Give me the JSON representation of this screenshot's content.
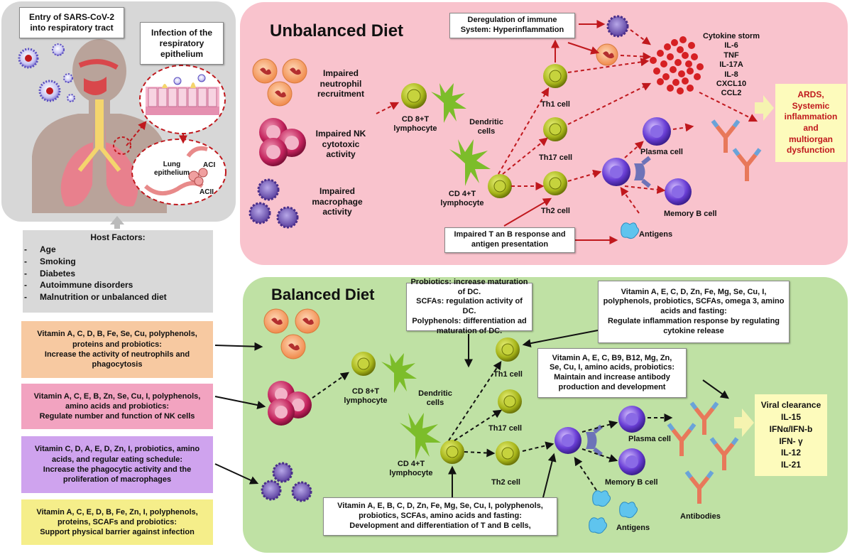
{
  "infection": {
    "entry_label": [
      "Entry of SARS-CoV-2",
      "into respiratory tract"
    ],
    "infection_label": [
      "Infection of the",
      "respiratory",
      "epithelium"
    ],
    "lung_label": [
      "Lung",
      "epithelium"
    ],
    "aci": "ACI",
    "acii": "ACII"
  },
  "host_factors": {
    "title": "Host Factors:",
    "items": [
      "Age",
      "Smoking",
      "Diabetes",
      "Autoimmune disorders",
      "Malnutrition or unbalanced diet"
    ]
  },
  "unbalanced": {
    "title": "Unbalanced Diet",
    "neutrophil": [
      "Impaired",
      "neutrophil",
      "recruitment"
    ],
    "nk": [
      "Impaired NK",
      "cytotoxic",
      "activity"
    ],
    "macrophage": [
      "Impaired",
      "macrophage",
      "activity"
    ],
    "cd8": [
      "CD 8+T",
      "lymphocyte"
    ],
    "dendritic": [
      "Dendritic",
      "cells"
    ],
    "cd4": [
      "CD 4+T",
      "lymphocyte"
    ],
    "th1": "Th1 cell",
    "th17": "Th17 cell",
    "th2": "Th2 cell",
    "dereg": [
      "Deregulation of immune",
      "System: Hyperinflammation"
    ],
    "cytokine_title": "Cytokine storm",
    "cytokines": [
      "IL-6",
      "TNF",
      "IL-17A",
      "IL-8",
      "CXCL10",
      "CCL2"
    ],
    "ards": [
      "ARDS,",
      "Systemic",
      "inflammation",
      "and",
      "multiorgan",
      "dysfunction"
    ],
    "plasma": "Plasma cell",
    "memory": "Memory B cell",
    "antigens": "Antigens",
    "impaired_tb": [
      "Impaired T an B response and",
      "antigen presentation"
    ]
  },
  "balanced": {
    "title": "Balanced Diet",
    "cd8": [
      "CD 8+T",
      "lymphocyte"
    ],
    "dendritic": [
      "Dendritic",
      "cells"
    ],
    "cd4": [
      "CD 4+T",
      "lymphocyte"
    ],
    "th1": "Th1 cell",
    "th17": "Th17 cell",
    "th2": "Th2 cell",
    "plasma": "Plasma cell",
    "memory": "Memory B cell",
    "antigens": "Antigens",
    "antibodies": "Antibodies",
    "probiotics_box": [
      "Probiotics: increase maturation of DC.",
      "SCFAs: regulation activity of DC.",
      "Polyphenols: differentiation ad",
      "maturation of DC."
    ],
    "vitamin_inflam_box": [
      "Vitamin A, E, C, D, Zn, Fe, Mg, Se, Cu, I,",
      "polyphenols, probiotics, SCFAs, omega 3, amino",
      "acids and fasting:",
      "Regulate inflammation response by regulating",
      "cytokine release"
    ],
    "vitamin_antibody_box": [
      "Vitamin A, E, C, B9, B12, Mg, Zn,",
      "Se,  Cu, I,  amino acids, probiotics:",
      "Maintain and increase antibody",
      "production and development"
    ],
    "vitamin_tb_box": [
      "Vitamin A, E, B, C, D, Zn, Fe, Mg, Se, Cu, I, polyphenols,",
      "probiotics, SCFAs, amino acids and fasting:",
      "Development and differentiation of T  and B cells,"
    ],
    "viral": [
      "Viral clearance",
      "IL-15",
      "IFNα/IFN-b",
      "IFN- γ",
      "IL-12",
      "IL-21"
    ]
  },
  "side_boxes": [
    {
      "lines": [
        "Vitamin A, C, D, B, Fe, Se, Cu, polyphenols,",
        "proteins and probiotics:",
        "Increase the activity of neutrophils and",
        "phagocytosis"
      ],
      "color": "#f7c9a1"
    },
    {
      "lines": [
        "Vitamin A, C, E, B, Zn, Se, Cu, I, polyphenols,",
        "amino acids and probiotics:",
        "Regulate number and function of NK cells"
      ],
      "color": "#f2a3c0"
    },
    {
      "lines": [
        "Vitamin C, D, A, E, D, Zn, I,  probiotics, amino",
        "acids, and regular eating schedule:",
        "Increase the  phagocytic activity and the",
        "proliferation of macrophages"
      ],
      "color": "#cfa3ee"
    },
    {
      "lines": [
        "Vitamin A, C, E, D, B, Fe, Zn, I,  polyphenols,",
        "proteins, SCAFs and probiotics:",
        "Support physical barrier against infection"
      ],
      "color": "#f5ee8a"
    }
  ],
  "colors": {
    "unbalanced_bg": "#f9c3cd",
    "balanced_bg": "#bfe1a4",
    "infection_bg": "#d7d7d7",
    "host_bg": "#d9d9d9",
    "arrow_red": "#c0181d",
    "ards_bg": "#fdfbbc",
    "ards_text": "#c0181d"
  }
}
